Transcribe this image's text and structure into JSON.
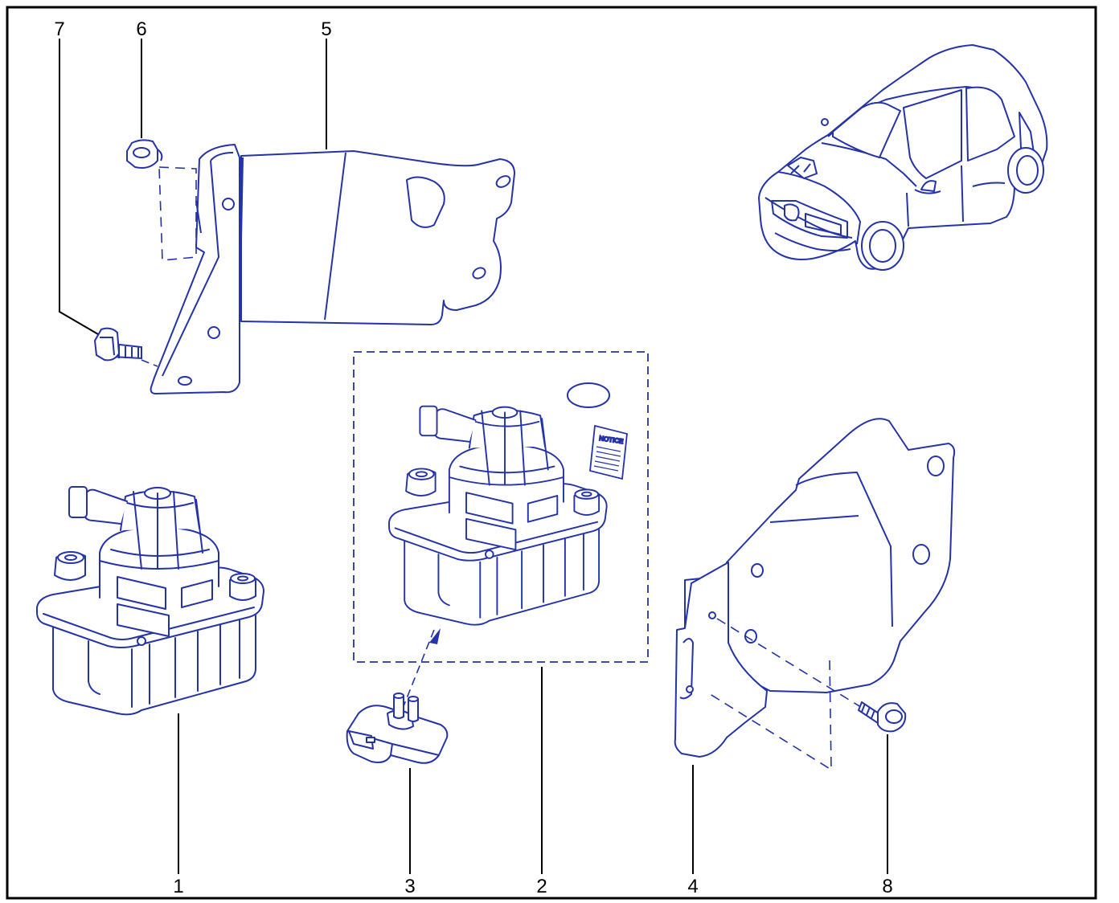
{
  "diagram": {
    "kind": "exploded-parts-view",
    "colors": {
      "line": "#2433a8",
      "fill": "#ffffff",
      "frame": "#000000",
      "leader": "#000000"
    },
    "notice_label": "NOTICE",
    "callouts": [
      {
        "id": "1",
        "part": "fuel-filter-housing"
      },
      {
        "id": "2",
        "part": "fuel-filter-kit"
      },
      {
        "id": "3",
        "part": "water-in-fuel-sensor"
      },
      {
        "id": "4",
        "part": "heat-shield"
      },
      {
        "id": "5",
        "part": "mounting-bracket"
      },
      {
        "id": "6",
        "part": "nut"
      },
      {
        "id": "7",
        "part": "bolt"
      },
      {
        "id": "8",
        "part": "screw"
      }
    ],
    "icons": [
      "vehicle-locator-icon",
      "notice-booklet-icon",
      "o-ring-icon"
    ]
  }
}
